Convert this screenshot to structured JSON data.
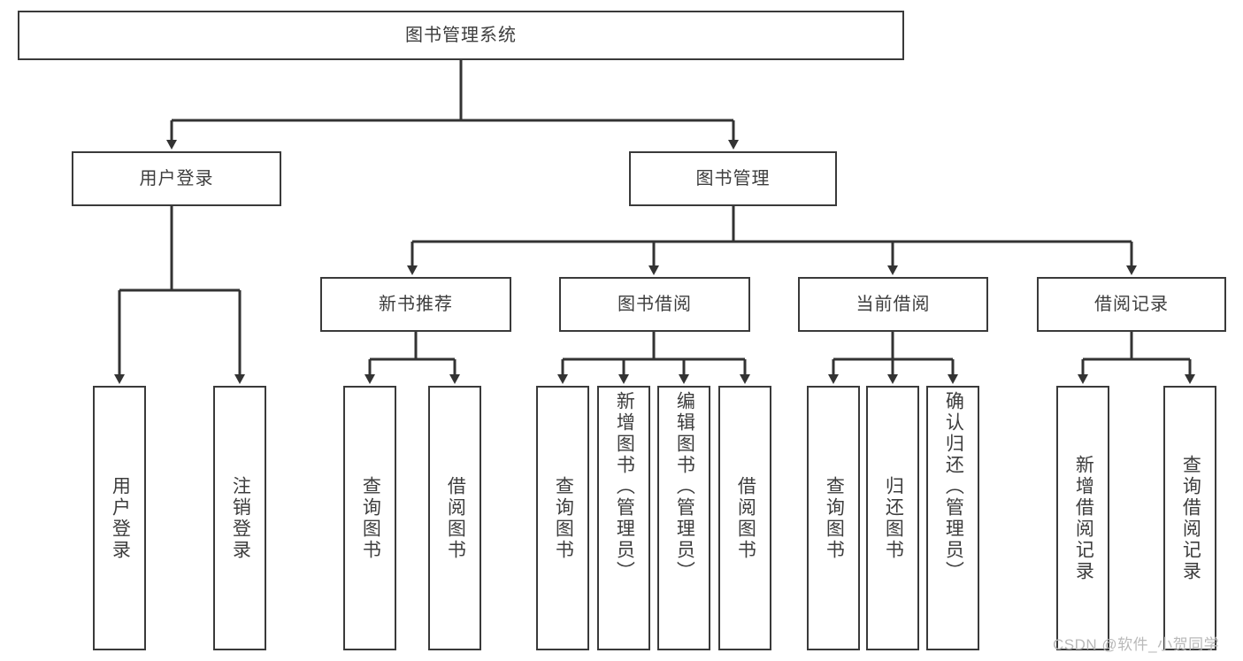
{
  "diagram": {
    "type": "tree",
    "title": "图书管理系统",
    "watermark": "CSDN @软件_小贺同学",
    "colors": {
      "box_border": "#3a3a3a",
      "box_fill": "#ffffff",
      "text": "#3d3d3d",
      "connector": "#333333",
      "watermark": "#b9b9b9",
      "background": "#ffffff"
    },
    "nodes": {
      "root": {
        "label": "图书管理系统",
        "level": 1
      },
      "user_login": {
        "label": "用户登录",
        "level": 2
      },
      "book_manage": {
        "label": "图书管理",
        "level": 2
      },
      "new_book_rec": {
        "label": "新书推荐",
        "level": 3
      },
      "book_borrow": {
        "label": "图书借阅",
        "level": 3
      },
      "current_borrow": {
        "label": "当前借阅",
        "level": 3
      },
      "borrow_record": {
        "label": "借阅记录",
        "level": 3
      },
      "leaf_user_login": {
        "label": "用户登录",
        "level": 4
      },
      "leaf_logout": {
        "label": "注销登录",
        "level": 4
      },
      "leaf_query_book_1": {
        "label": "查询图书",
        "level": 4
      },
      "leaf_borrow_book_1": {
        "label": "借阅图书",
        "level": 4
      },
      "leaf_query_book_2": {
        "label": "查询图书",
        "level": 4
      },
      "leaf_add_book": {
        "label": "新增图书（管理员）",
        "level": 4
      },
      "leaf_edit_book": {
        "label": "编辑图书（管理员）",
        "level": 4
      },
      "leaf_borrow_book_2": {
        "label": "借阅图书",
        "level": 4
      },
      "leaf_query_book_3": {
        "label": "查询图书",
        "level": 4
      },
      "leaf_return_book": {
        "label": "归还图书",
        "level": 4
      },
      "leaf_confirm_return": {
        "label": "确认归还（管理员）",
        "level": 4
      },
      "leaf_add_record": {
        "label": "新增借阅记录",
        "level": 4
      },
      "leaf_query_record": {
        "label": "查询借阅记录",
        "level": 4
      }
    },
    "edges": [
      {
        "from": "root",
        "to": "user_login"
      },
      {
        "from": "root",
        "to": "book_manage"
      },
      {
        "from": "book_manage",
        "to": "new_book_rec"
      },
      {
        "from": "book_manage",
        "to": "book_borrow"
      },
      {
        "from": "book_manage",
        "to": "current_borrow"
      },
      {
        "from": "book_manage",
        "to": "borrow_record"
      },
      {
        "from": "user_login",
        "to": "leaf_user_login"
      },
      {
        "from": "user_login",
        "to": "leaf_logout"
      },
      {
        "from": "new_book_rec",
        "to": "leaf_query_book_1"
      },
      {
        "from": "new_book_rec",
        "to": "leaf_borrow_book_1"
      },
      {
        "from": "book_borrow",
        "to": "leaf_query_book_2"
      },
      {
        "from": "book_borrow",
        "to": "leaf_add_book"
      },
      {
        "from": "book_borrow",
        "to": "leaf_edit_book"
      },
      {
        "from": "book_borrow",
        "to": "leaf_borrow_book_2"
      },
      {
        "from": "current_borrow",
        "to": "leaf_query_book_3"
      },
      {
        "from": "current_borrow",
        "to": "leaf_return_book"
      },
      {
        "from": "current_borrow",
        "to": "leaf_confirm_return"
      },
      {
        "from": "borrow_record",
        "to": "leaf_add_record"
      },
      {
        "from": "borrow_record",
        "to": "leaf_query_record"
      }
    ]
  }
}
